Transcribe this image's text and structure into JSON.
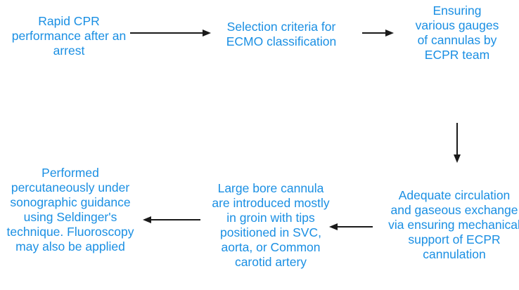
{
  "diagram": {
    "text_color": "#1a8fe3",
    "arrow_color": "#1a1a1a",
    "nodes": [
      {
        "id": "step1",
        "lines": [
          "Rapid CPR",
          "performance after an",
          "arrest"
        ]
      },
      {
        "id": "step2",
        "lines": [
          "Selection criteria for",
          "ECMO classification"
        ]
      },
      {
        "id": "step3",
        "lines": [
          "Ensuring",
          "various gauges",
          "of cannulas by",
          "ECPR team"
        ]
      },
      {
        "id": "step4",
        "lines": [
          "Adequate circulation",
          "and gaseous exchange",
          "via ensuring mechanical",
          "support of ECPR",
          "cannulation"
        ]
      },
      {
        "id": "step5",
        "lines": [
          "Large bore cannula",
          "are introduced mostly",
          "in groin with tips",
          "positioned in SVC,",
          "aorta, or Common",
          "carotid artery"
        ]
      },
      {
        "id": "step6",
        "lines": [
          "Performed",
          "percutaneously under",
          "sonographic guidance",
          "using Seldinger's",
          "technique. Fluoroscopy",
          "may also be applied"
        ]
      }
    ],
    "edges": [
      {
        "from": "step1",
        "to": "step2"
      },
      {
        "from": "step2",
        "to": "step3"
      },
      {
        "from": "step3",
        "to": "step4"
      },
      {
        "from": "step4",
        "to": "step5"
      },
      {
        "from": "step5",
        "to": "step6"
      }
    ]
  }
}
